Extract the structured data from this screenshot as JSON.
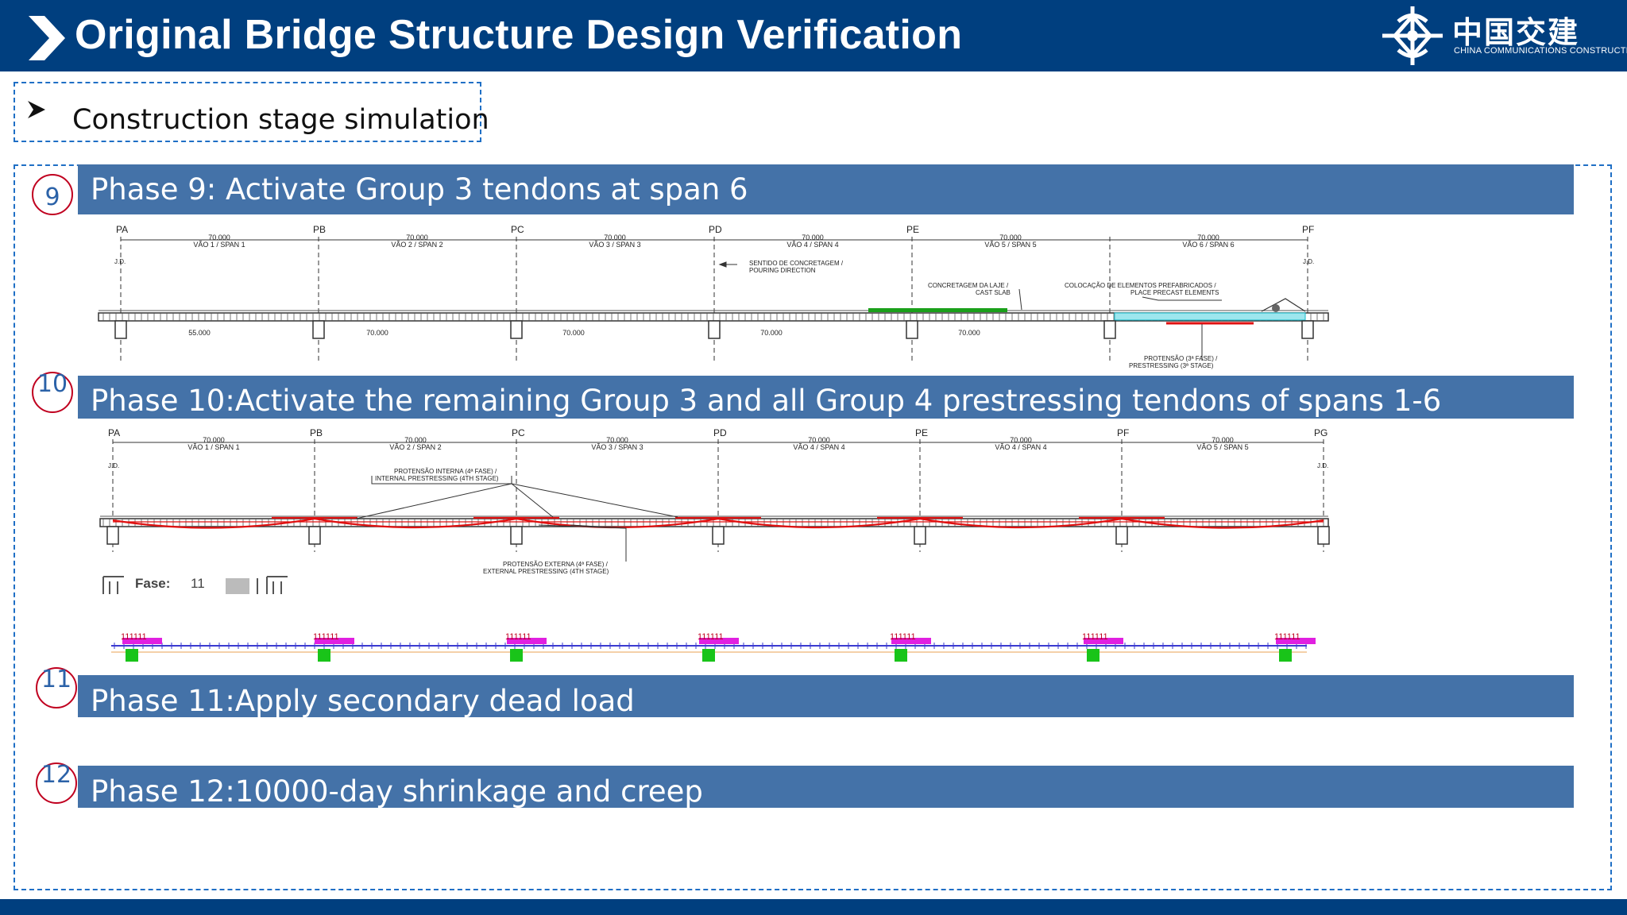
{
  "header": {
    "title": "Original Bridge Structure Design Verification",
    "logo_cn": "中国交建",
    "logo_en": "CHINA COMMUNICATIONS CONSTRUCTION"
  },
  "subtitle": "Construction stage simulation",
  "phases": [
    {
      "num": "9",
      "label": "Phase 9: Activate   Group 3 tendons at span 6"
    },
    {
      "num": "10",
      "label": "Phase 10:Activate the remaining Group 3 and all Group 4 prestressing tendons of spans 1-6"
    },
    {
      "num": "11",
      "label": "Phase 11:Apply secondary dead load"
    },
    {
      "num": "12",
      "label": "Phase 12:10000-day shrinkage and creep"
    }
  ],
  "drawing1": {
    "piers": [
      "PA",
      "PB",
      "PC",
      "PD",
      "PE",
      "PF"
    ],
    "span_length": "70.000",
    "spans": [
      "VÃO 1 / SPAN 1",
      "VÃO 2 / SPAN 2",
      "VÃO 3 / SPAN 3",
      "VÃO 4 / SPAN 4",
      "VÃO 5 / SPAN 5",
      "VÃO 6 / SPAN 6"
    ],
    "jd": "J.D.",
    "pour_dir_1": "SENTIDO DE CONCRETAGEM /",
    "pour_dir_2": "POURING DIRECTION",
    "cast_slab_1": "CONCRETAGEM DA LAJE /",
    "cast_slab_2": "CAST SLAB",
    "precast_1": "COLOCAÇÃO DE ELEMENTOS PREFABRICADOS /",
    "precast_2": "PLACE PRECAST ELEMENTS",
    "stage3_1": "PROTENSÃO (3ª FASE) /",
    "stage3_2": "PRESTRESSING (3ª STAGE)",
    "seg1": "55.000",
    "seg_other": "70.000"
  },
  "drawing2": {
    "piers": [
      "PA",
      "PB",
      "PC",
      "PD",
      "PE",
      "PF",
      "PG"
    ],
    "span_length": "70.000",
    "spans": [
      "VÃO 1 / SPAN 1",
      "VÃO 2 / SPAN 2",
      "VÃO 3 / SPAN 3",
      "VÃO 4 / SPAN 4",
      "VÃO 4 / SPAN 4",
      "VÃO 5 / SPAN 5"
    ],
    "jd": "J.D.",
    "internal_1": "PROTENSÃO INTERNA (4ª FASE) /",
    "internal_2": "INTERNAL PRESTRESSING (4TH STAGE)",
    "external_1": "PROTENSÃO EXTERNA (4ª FASE) /",
    "external_2": "EXTERNAL PRESTRESSING (4TH STAGE)",
    "fase_label": "Fase:",
    "fase_value": "11"
  },
  "colors": {
    "header_bg": "#003f7f",
    "phase_bar": "#4472a8",
    "circle_border": "#c0001f",
    "tendon_red": "#e01010",
    "slab_green": "#1aa01a",
    "precast_cyan": "#17b8c8",
    "support_green": "#19c419",
    "load_magenta": "#e020e0"
  }
}
